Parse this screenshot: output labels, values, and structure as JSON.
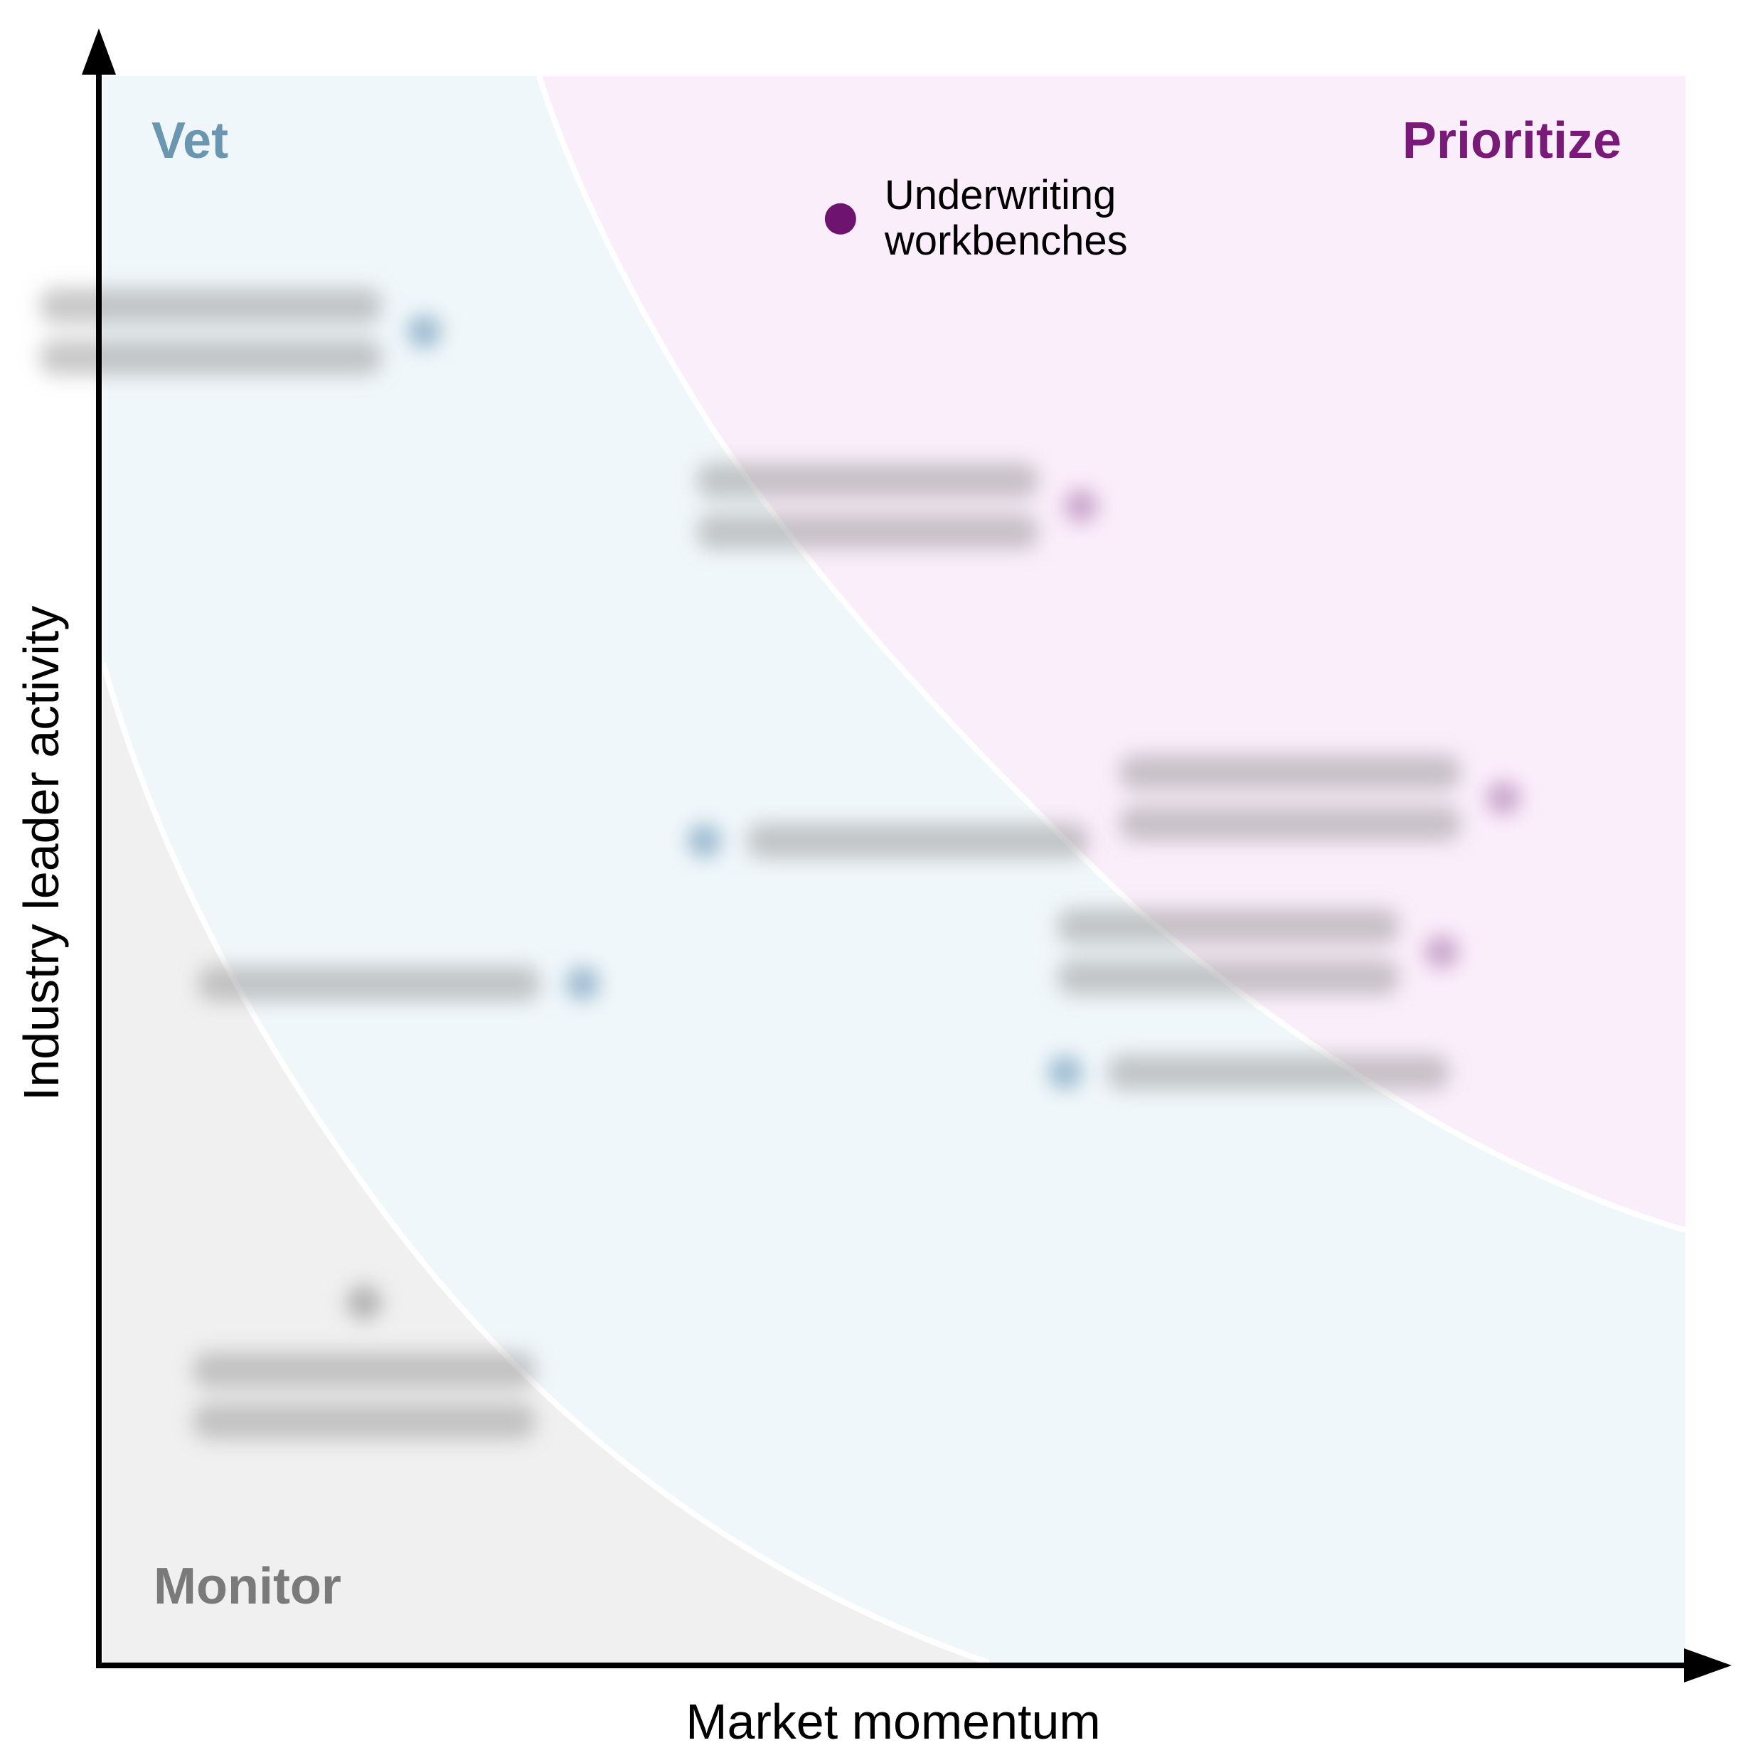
{
  "chart_data": {
    "type": "scatter",
    "title": "",
    "xlabel": "Market momentum",
    "ylabel": "Industry leader activity",
    "xlim": [
      0,
      100
    ],
    "ylim": [
      0,
      100
    ],
    "grid": false,
    "zones": [
      {
        "name": "Vet",
        "color": "#6a96b0",
        "fill": "#f0f7fa",
        "position": "top-left"
      },
      {
        "name": "Prioritize",
        "color": "#7a1a78",
        "fill": "#fbeefb",
        "position": "top-right"
      },
      {
        "name": "Monitor",
        "color": "#7a7a7a",
        "fill": "#f0f0f0",
        "position": "bottom-left"
      }
    ],
    "points": [
      {
        "label": "Underwriting workbenches",
        "lines": [
          "Underwriting",
          "workbenches"
        ],
        "x": 46.6,
        "y": 91.0,
        "zone": "Prioritize",
        "color": "#6e1370",
        "blurred": false
      },
      {
        "x": 20.3,
        "y": 83.9,
        "zone": "Vet",
        "color": "#9bbad0",
        "blurred": true,
        "label_side": "left",
        "label_lines": 2
      },
      {
        "x": 61.8,
        "y": 72.9,
        "zone": "Prioritize",
        "color": "#c9a5cb",
        "blurred": true,
        "label_side": "left",
        "label_lines": 2
      },
      {
        "x": 38.0,
        "y": 51.8,
        "zone": "Vet",
        "color": "#9bbad0",
        "blurred": true,
        "label_side": "right",
        "label_lines": 1
      },
      {
        "x": 88.5,
        "y": 54.5,
        "zone": "Prioritize",
        "color": "#c9a5cb",
        "blurred": true,
        "label_side": "left",
        "label_lines": 2
      },
      {
        "x": 84.6,
        "y": 44.8,
        "zone": "Prioritize",
        "color": "#c9a5cb",
        "blurred": true,
        "label_side": "left",
        "label_lines": 2
      },
      {
        "x": 30.3,
        "y": 42.8,
        "zone": "Vet",
        "color": "#9bbad0",
        "blurred": true,
        "label_side": "left",
        "label_lines": 1
      },
      {
        "x": 60.8,
        "y": 37.2,
        "zone": "Vet",
        "color": "#9bbad0",
        "blurred": true,
        "label_side": "right",
        "label_lines": 1
      },
      {
        "x": 16.5,
        "y": 22.7,
        "zone": "Monitor",
        "color": "#b0b0b0",
        "blurred": true,
        "label_side": "below",
        "label_lines": 2
      }
    ]
  }
}
